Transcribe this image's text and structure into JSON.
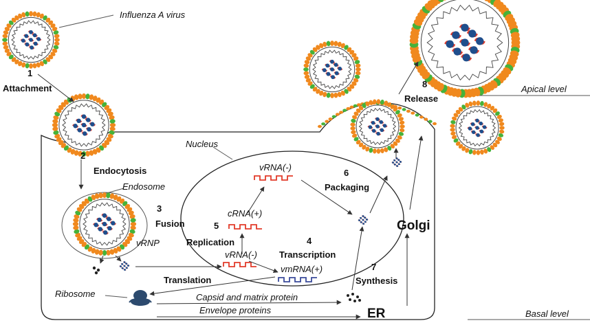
{
  "labels": {
    "influenza_virus": "Influenza A virus",
    "step1_num": "1",
    "step1": "Attachment",
    "step2_num": "2",
    "step2": "Endocytosis",
    "endosome": "Endosome",
    "step3_num": "3",
    "step3": "Fusion",
    "vrnp": "vRNP",
    "nucleus": "Nucleus",
    "vrna_minus_top": "vRNA(-)",
    "crna_plus": "cRNA(+)",
    "step5_num": "5",
    "step5": "Replication",
    "vrna_minus_mid": "vRNA(-)",
    "step4_num": "4",
    "step4": "Transcription",
    "vmrna_plus": "vmRNA(+)",
    "step6_num": "6",
    "step6": "Packaging",
    "golgi": "Golgi",
    "step7_num": "7",
    "step7": "Synthesis",
    "er": "ER",
    "translation": "Translation",
    "ribosome": "Ribosome",
    "capsid_matrix": "Capsid and matrix protein",
    "envelope": "Envelope proteins",
    "step8_num": "8",
    "step8": "Release",
    "apical": "Apical level",
    "basal": "Basal level"
  },
  "colors": {
    "ha_spike": "#f0891e",
    "na_spike": "#46b23a",
    "rnp_blue": "#1f4e8c",
    "rnp_red": "#e23b2a",
    "vmrna": "#3a4a9a",
    "line": "#333333"
  }
}
